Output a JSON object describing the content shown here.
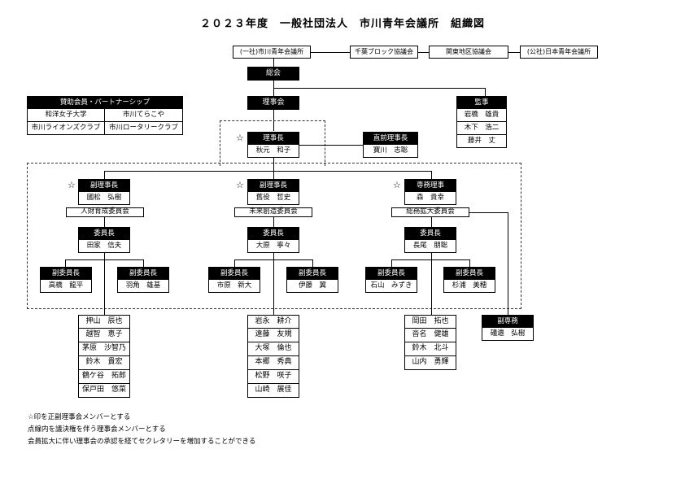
{
  "title": "２０２３年度　一般社団法人　市川青年会議所　組織図",
  "top_row": [
    "(一社)市川青年会議所",
    "千葉ブロック協議会",
    "関東地区協議会",
    "(公社)日本青年会議所"
  ],
  "general_meeting": "総会",
  "board": "理事会",
  "sponsors": {
    "header": "賛助会員・パートナーシップ",
    "items": [
      "和洋女子大学",
      "市川てらこや",
      "市川ライオンズクラブ",
      "市川ロータリークラブ"
    ]
  },
  "auditor": {
    "label": "監事",
    "names": [
      "岩橋　雄貴",
      "木下　浩二",
      "藤井　丈"
    ]
  },
  "president": {
    "label": "理事長",
    "name": "秋元　和子"
  },
  "past_president": {
    "label": "直前理事長",
    "name": "寶川　志聡"
  },
  "star": "☆",
  "branches": [
    {
      "vp_label": "副理事長",
      "vp_name": "國松　弘樹",
      "committee": "人財育成委員会",
      "chair_label": "委員長",
      "chair_name": "田家　信夫",
      "vice": [
        {
          "label": "副委員長",
          "name": "高橋　龍平"
        },
        {
          "label": "副委員長",
          "name": "羽角　雄基"
        }
      ],
      "members": [
        "押山　辰也",
        "越智　恵子",
        "茅原　沙智乃",
        "鈴木　貴宏",
        "鶴ケ谷　拓郎",
        "保戸田　悠菜"
      ]
    },
    {
      "vp_label": "副理事長",
      "vp_name": "舊役　哲史",
      "committee": "未来創造委員会",
      "chair_label": "委員長",
      "chair_name": "大原　寧々",
      "vice": [
        {
          "label": "副委員長",
          "name": "市原　新大"
        },
        {
          "label": "副委員長",
          "name": "伊藤　翼"
        }
      ],
      "members": [
        "岩永　耕介",
        "遠藤　友規",
        "大塚　倫也",
        "本郷　秀典",
        "松野　咲子",
        "山崎　展佳"
      ]
    },
    {
      "vp_label": "専務理事",
      "vp_name": "森　貴幸",
      "committee": "総務拡大委員会",
      "chair_label": "委員長",
      "chair_name": "長尾　朋聡",
      "vice": [
        {
          "label": "副委員長",
          "name": "石山　みずき"
        },
        {
          "label": "副委員長",
          "name": "杉浦　美穂"
        }
      ],
      "members": [
        "岡田　拓也",
        "沓名　健雄",
        "鈴木　北斗",
        "山内　勇輝"
      ]
    }
  ],
  "secretary": {
    "label": "副専務",
    "name": "礒邉　弘樹"
  },
  "notes": [
    "☆印を正副理事会メンバーとする",
    "点線内を議決権を伴う理事会メンバーとする",
    "会員拡大に伴い理事会の承認を経てセクレタリーを増加することができる"
  ]
}
